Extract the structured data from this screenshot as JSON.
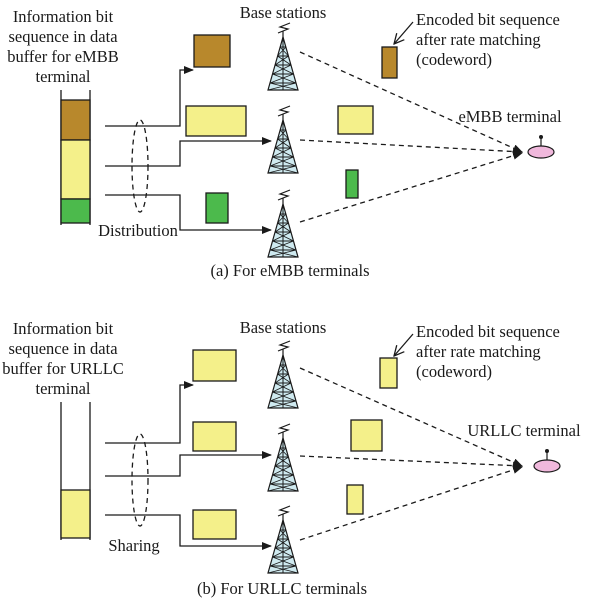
{
  "colors": {
    "embb_brown": "#b8882c",
    "yellow": "#f4f08a",
    "green": "#4cba4c",
    "tower": "#cfeaf0",
    "terminal": "#f0b8dc"
  },
  "icons": {
    "tower": "base-station-tower-icon",
    "terminal": "terminal-icon"
  },
  "top": {
    "buffer_label": [
      "Information bit",
      "sequence in data",
      "buffer for eMBB",
      "terminal"
    ],
    "base_stations": "Base stations",
    "codeword_label": [
      "Encoded bit sequence",
      "after rate matching",
      "(codeword)"
    ],
    "terminal_label": "eMBB terminal",
    "mode_label": "Distribution",
    "caption": "(a) For eMBB terminals"
  },
  "bottom": {
    "buffer_label": [
      "Information bit",
      "sequence in data",
      "buffer for URLLC",
      "terminal"
    ],
    "base_stations": "Base stations",
    "codeword_label": [
      "Encoded bit sequence",
      "after rate matching",
      "(codeword)"
    ],
    "terminal_label": "URLLC terminal",
    "mode_label": "Sharing",
    "caption": "(b) For URLLC terminals"
  }
}
